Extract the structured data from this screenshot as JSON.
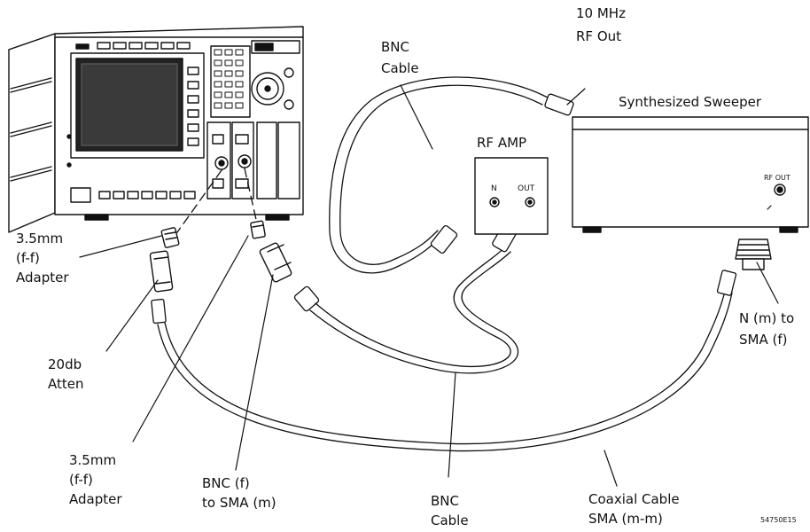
{
  "labels": {
    "ten_mhz": "10 MHz",
    "rf_out_top": "RF Out",
    "bnc_cable_top_1": "BNC",
    "bnc_cable_top_2": "Cable",
    "synth_sweeper": "Synthesized Sweeper",
    "rf_amp": "RF AMP",
    "amp_in": "N",
    "amp_out": "OUT",
    "sweeper_rf_out": "RF OUT",
    "adapter_left_1": "3.5mm",
    "adapter_left_2": "(f-f)",
    "adapter_left_3": "Adapter",
    "atten_1": "20db",
    "atten_2": "Atten",
    "adapter_mid_1": "3.5mm",
    "adapter_mid_2": "(f-f)",
    "adapter_mid_3": "Adapter",
    "bnc_sma_1": "BNC (f)",
    "bnc_sma_2": "to SMA (m)",
    "bnc_cable_bottom_1": "BNC",
    "bnc_cable_bottom_2": "Cable",
    "coax_1": "Coaxial Cable",
    "coax_2": "SMA (m-m)",
    "n_sma_1": "N (m) to",
    "n_sma_2": "SMA (f)",
    "figure_id": "54750E15"
  },
  "colors": {
    "ink": "#111111",
    "screen": "#222222",
    "background": "#ffffff"
  }
}
